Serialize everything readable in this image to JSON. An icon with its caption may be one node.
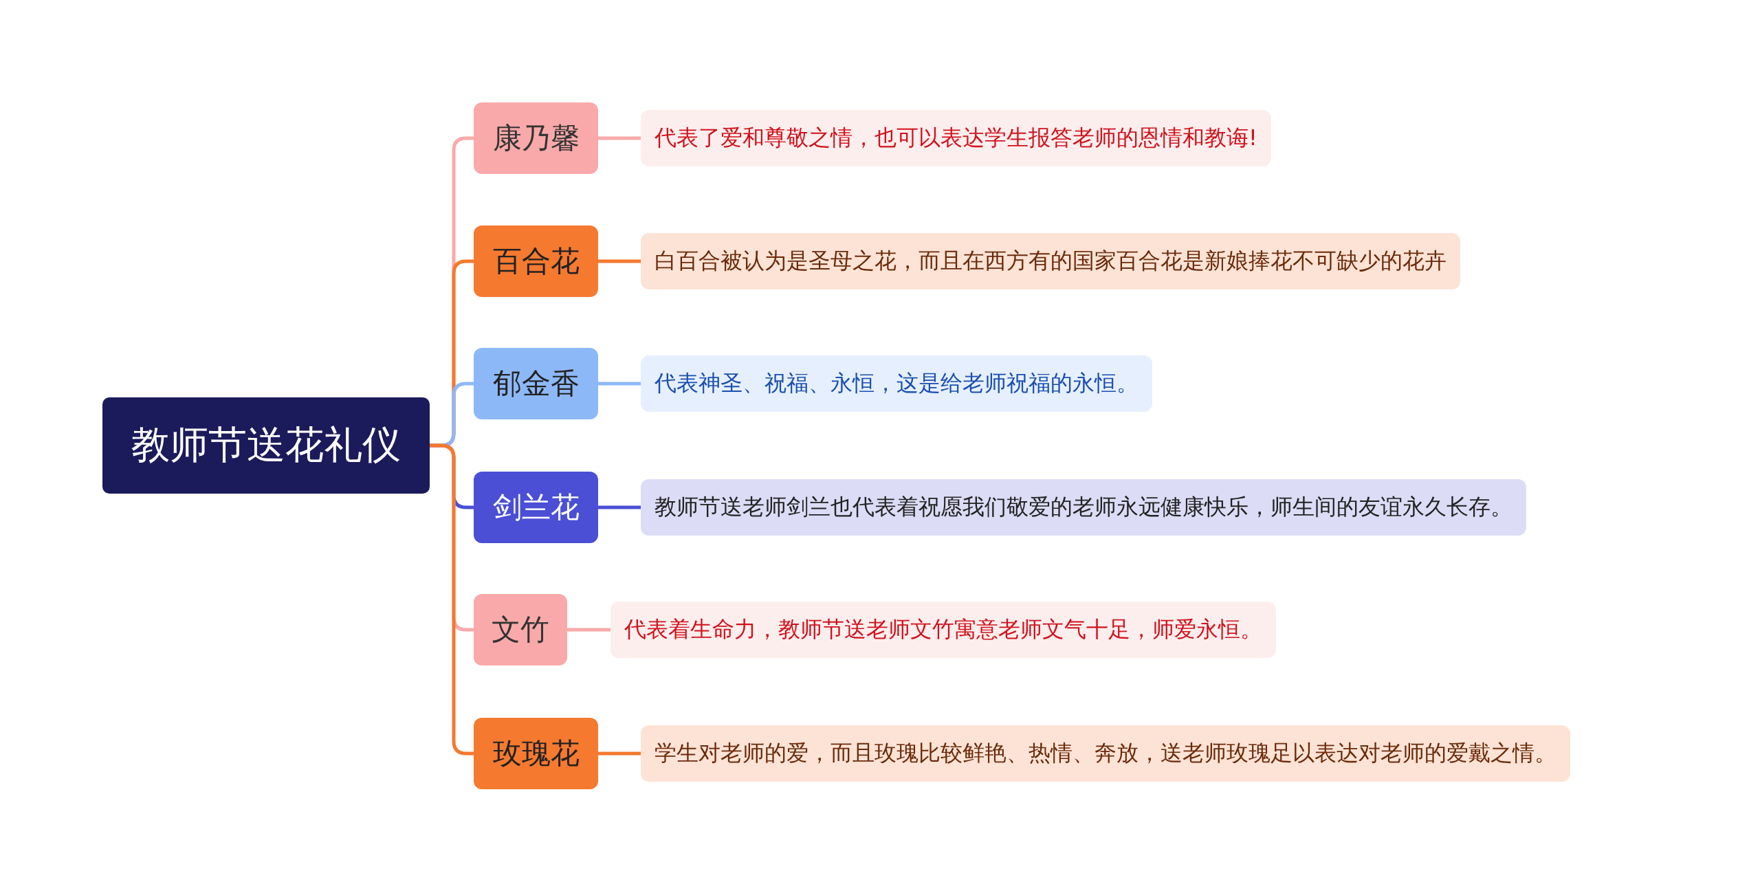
{
  "diagram": {
    "nodes": [
      {
        "text": [
          "教师节送花礼仪"
        ]
      },
      {
        "text": [
          "康乃馨"
        ]
      },
      {
        "text": [
          "代表了爱和尊敬之情，也可以表达学生报答老师的恩情和教诲!"
        ]
      },
      {
        "text": [
          "百合花"
        ]
      },
      {
        "text": [
          "白百合被认为是圣母之花，而且在西方有的国家百合花是新娘捧花不可缺少的花卉"
        ]
      },
      {
        "text": [
          "郁金香"
        ]
      },
      {
        "text": [
          "代表神圣、祝福、永恒，这是给老师祝福的永恒。"
        ]
      },
      {
        "text": [
          "剑兰花"
        ]
      },
      {
        "text": [
          "教师节送老师剑兰也代表着祝愿我们敬爱的老师永远健康快乐，师生间的友谊永久长存。"
        ]
      },
      {
        "text": [
          "文竹"
        ]
      },
      {
        "text": [
          "代表着生命力，教师节送老师文竹寓意老师文气十足，师爱永恒。"
        ]
      },
      {
        "text": [
          "玫瑰花"
        ]
      },
      {
        "text": [
          "学生对老师的爱，而且玫瑰比较鲜艳、热情、奔放，送老师玫瑰足以表达对老师的爱戴之情。"
        ]
      }
    ],
    "edges": [
      {
        "from": 0,
        "to": 1,
        "arrow": "none",
        "color": "#f9a9a9"
      },
      {
        "from": 1,
        "to": 2,
        "arrow": "none",
        "color": "#f9a9a9"
      },
      {
        "from": 0,
        "to": 3,
        "arrow": "none",
        "color": "#f5792f"
      },
      {
        "from": 3,
        "to": 4,
        "arrow": "none",
        "color": "#f5792f"
      },
      {
        "from": 0,
        "to": 5,
        "arrow": "none",
        "color": "#8db8f8"
      },
      {
        "from": 5,
        "to": 6,
        "arrow": "none",
        "color": "#8db8f8"
      },
      {
        "from": 0,
        "to": 7,
        "arrow": "none",
        "color": "#4a4fd6"
      },
      {
        "from": 7,
        "to": 8,
        "arrow": "none",
        "color": "#4a4fd6"
      },
      {
        "from": 0,
        "to": 9,
        "arrow": "none",
        "color": "#f9a9a9"
      },
      {
        "from": 9,
        "to": 10,
        "arrow": "none",
        "color": "#f9a9a9"
      },
      {
        "from": 0,
        "to": 11,
        "arrow": "none",
        "color": "#f5792f"
      },
      {
        "from": 11,
        "to": 12,
        "arrow": "none",
        "color": "#f5792f"
      }
    ]
  }
}
